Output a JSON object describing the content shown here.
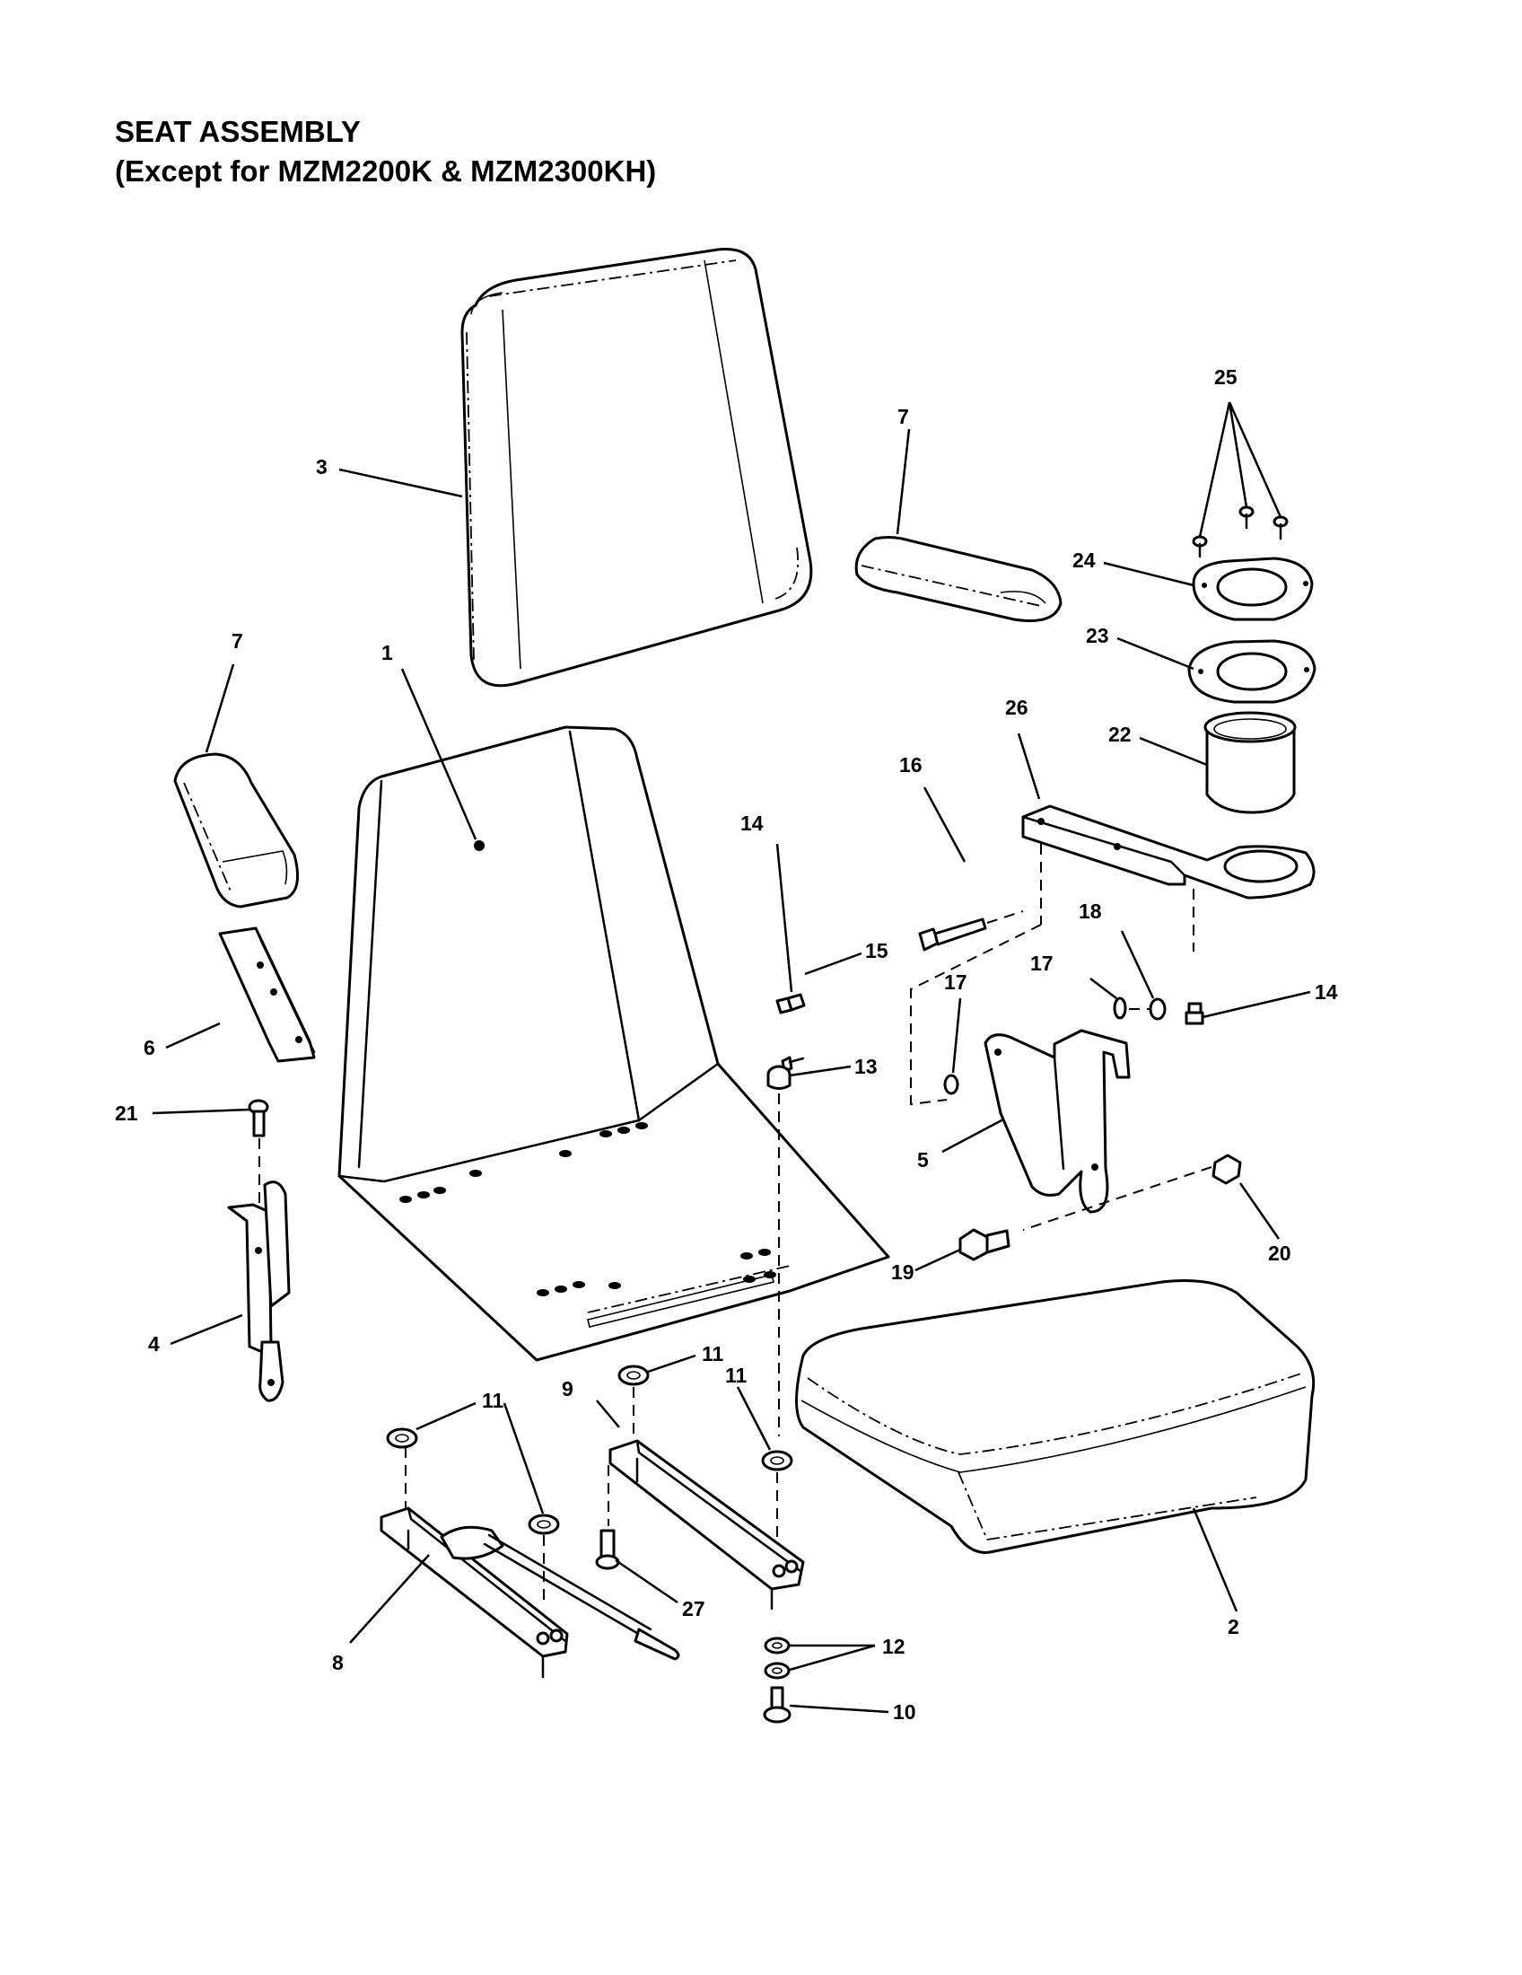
{
  "title": {
    "line1": "SEAT ASSEMBLY",
    "line2": "(Except for MZM2200K & MZM2300KH)"
  },
  "callouts": {
    "c1": "1",
    "c2": "2",
    "c3": "3",
    "c4": "4",
    "c5": "5",
    "c6": "6",
    "c7a": "7",
    "c7b": "7",
    "c8": "8",
    "c9": "9",
    "c10": "10",
    "c11a": "11",
    "c11b": "11",
    "c11c": "11",
    "c12": "12",
    "c13": "13",
    "c14a": "14",
    "c14b": "14",
    "c15": "15",
    "c16": "16",
    "c17a": "17",
    "c17b": "17",
    "c18": "18",
    "c19": "19",
    "c20": "20",
    "c21": "21",
    "c22": "22",
    "c23": "23",
    "c24": "24",
    "c25": "25",
    "c26": "26",
    "c27": "27"
  }
}
